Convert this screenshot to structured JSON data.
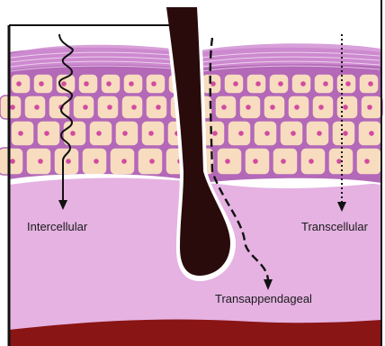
{
  "diagram": {
    "labels": {
      "intercellular": "Intercellular",
      "transcellular": "Transcellular",
      "transappendageal": "Transappendageal"
    },
    "colors": {
      "background": "#ffffff",
      "frame": "#111111",
      "dermis": "#e5b2e2",
      "cell_fill": "#f7dcbf",
      "cell_nucleus": "#d24aa0",
      "matrix": "#b468b8",
      "stratum_corneum": "#d18fd2",
      "hair": "#2a0b0c",
      "deep_tissue": "#8a1515",
      "pathway_line": "#111111"
    },
    "icons": {
      "intercellular_path": "wavy-arrow-icon",
      "transcellular_path": "dotted-arrow-icon",
      "transappendageal_path": "dashed-arrow-icon"
    }
  }
}
